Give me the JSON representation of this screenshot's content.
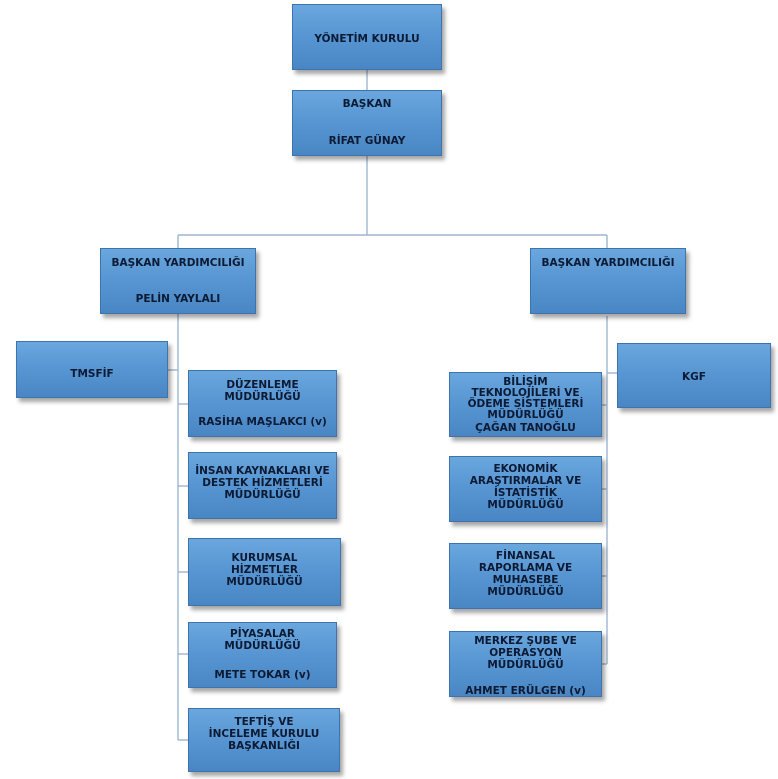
{
  "board": {
    "label": "YÖNETİM KURULU"
  },
  "president": {
    "title": "BAŞKAN",
    "name": "RİFAT GÜNAY"
  },
  "vp_left": {
    "title": "BAŞKAN YARDIMCILIĞI",
    "name": "PELİN YAYLALI"
  },
  "vp_right": {
    "title": "BAŞKAN YARDIMCILIĞI"
  },
  "tmsfif": {
    "label": "TMSFİF"
  },
  "kgf": {
    "label": "KGF"
  },
  "left_units": [
    {
      "title": "DÜZENLEME MÜDÜRLÜĞÜ",
      "name": "RASİHA MAŞLAKCI (v)"
    },
    {
      "title": "İNSAN KAYNAKLARI VE DESTEK HİZMETLERİ MÜDÜRLÜĞÜ"
    },
    {
      "title": "KURUMSAL HİZMETLER MÜDÜRLÜĞÜ"
    },
    {
      "title": "PİYASALAR MÜDÜRLÜĞÜ",
      "name": "METE TOKAR (v)"
    },
    {
      "title": "TEFTİŞ VE İNCELEME KURULU BAŞKANLIĞI"
    }
  ],
  "right_units": [
    {
      "title": "BİLİŞİM TEKNOLOJİLERİ VE ÖDEME SİSTEMLERİ MÜDÜRLÜĞÜ",
      "name": "ÇAĞAN TANOĞLU"
    },
    {
      "title": "EKONOMİK ARAŞTIRMALAR VE İSTATİSTİK MÜDÜRLÜĞÜ"
    },
    {
      "title": "FİNANSAL RAPORLAMA VE MUHASEBE MÜDÜRLÜĞÜ"
    },
    {
      "title": "MERKEZ ŞUBE VE OPERASYON MÜDÜRLÜĞÜ",
      "name": "AHMET ERÜLGEN (v)"
    }
  ]
}
